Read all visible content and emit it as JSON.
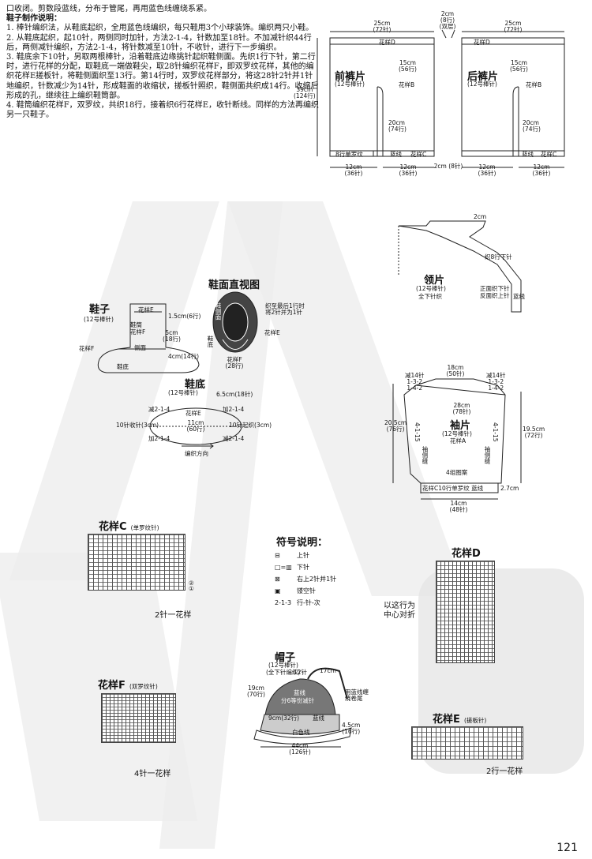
{
  "intro": {
    "lines": [
      "口收闭。剪数段蓝线，分布于管尾，再用蓝色线缠绕系紧。"
    ],
    "shoe_heading": "鞋子制作说明：",
    "shoe_steps": [
      "1. 棒针编织法，从鞋底起织，全用蓝色线编织，每只鞋用3个小球装饰。编织两只小鞋。",
      "2. 从鞋底起织，起10针，两侧同时加针，方法2-1-4，针数加至18针。不加减针织44行后，两侧减针编织，方法2-1-4，将针数减至10针，不收针，进行下一步编织。",
      "3. 鞋底余下10针，另取两根棒针，沿着鞋底边缘挑针起织鞋侧面。先织1行下针，第二行时，进行花样的分配，取鞋底一端做鞋尖，取28针编织花样F，即双罗纹花样，其他的编织花样E搓板针，将鞋侧面织至13行。第14行时，双罗纹花样部分，将这28针2针并1针地编织，针数减少为14针，形成鞋面的收缩状，搓板针照织，鞋侧面共织成14行。收缩后形成的孔，继续往上编织鞋筒部。",
      "4. 鞋筒编织花样F，双罗纹，共织18行，接着织6行花样E，收针断线。同样的方法再编织另一只鞋子。"
    ]
  },
  "pants": {
    "top_gap": "2cm\n(8行)\n(双层)",
    "front": {
      "title": "前裤片",
      "needle": "(12号棒针)",
      "width": "25cm\n(72针)",
      "flower_d": "花样D",
      "drop": "15cm\n(56行)",
      "flower_b": "花样B",
      "leg": "20cm\n(74行)",
      "rib": "8行单罗纹",
      "blue": "蓝线",
      "flower_c": "花样C",
      "bot_l": "12cm\n(36针)",
      "bot_r": "12cm\n(36针)"
    },
    "back": {
      "title": "后裤片",
      "needle": "(12号棒针)",
      "width": "25cm\n(72针)",
      "flower_d": "花样D",
      "drop": "15cm\n(56行)",
      "flower_b": "花样B",
      "leg": "20cm\n(74行)",
      "blue": "蓝线",
      "flower_c": "花样C",
      "bot_l": "12cm\n(36针)",
      "bot_r": "12cm\n(36针)"
    },
    "height": "39cm\n(124行)",
    "mid_gap": "2cm (8针)"
  },
  "collar": {
    "title": "领片",
    "top": "2cm",
    "needle": "(12号棒针)",
    "stitch": "全下针织",
    "mark": "织8行下针",
    "note1": "正面织下针",
    "note2": "反面织上针",
    "blue": "蓝线"
  },
  "sleeve": {
    "title": "袖片",
    "needle": "(12号棒针)",
    "pattern": "花样A",
    "top": "18cm\n(50针)",
    "dec_l": "减14针\n1-3-2\n1-4-2",
    "dec_r": "减14针\n1-3-2\n1-4-2",
    "mid": "28cm\n(78针)",
    "left_h": "20.5cm\n(76行)",
    "right_h": "19.5cm\n(72行)",
    "side_l": "4-1-15",
    "side_r": "4-1-15",
    "seam_l": "袖侧缝",
    "seam_r": "袖侧缝",
    "pat4": "4组图案",
    "bottom_strip": "花样C10行单罗纹  蓝线",
    "cuff": "2.7cm",
    "bottom": "14cm\n(48针)"
  },
  "shoe": {
    "title": "鞋子",
    "needle": "(12号棒针)",
    "flowerE": "花样E",
    "flowerF": "花样F",
    "shoe_tube": "鞋筒",
    "side": "侧面",
    "sole": "鞋底",
    "m1": "1.5cm(6行)",
    "m2": "5cm\n(18行)",
    "m3": "4cm(14行)",
    "flowerF2": "花样F"
  },
  "shoetop": {
    "title": "鞋面直视图",
    "note": "织至最后1行时\n将2针并为1针",
    "side": "鞋侧面",
    "sole_lbl": "鞋底",
    "flowerE": "花样E",
    "flowerF": "花样F\n(28行)"
  },
  "sole": {
    "title": "鞋底",
    "needle": "(12号棒针)",
    "dim": "6.5cm(18针)",
    "dec_tl": "减2-1-4",
    "add_tr": "加2-1-4",
    "e": "花样E",
    "mid": "11cm\n(60行)",
    "left": "10针收针(3cm)",
    "right": "10针起织(3cm)",
    "add_bl": "加2-1-4",
    "dec_br": "减2-1-4",
    "dir": "编织方向"
  },
  "patternC": {
    "title": "花样C",
    "sub": "(单罗纹针)",
    "repeat": "2针一花样",
    "r1": "①",
    "r2": "②"
  },
  "patternF": {
    "title": "花样F",
    "sub": "(双罗纹针)",
    "repeat": "4针一花样"
  },
  "patternD": {
    "title": "花样D",
    "fold": "以这行为\n中心对折"
  },
  "patternE": {
    "title": "花样E",
    "sub": "(搓板针)",
    "repeat": "2行一花样"
  },
  "symbols": {
    "title": "符号说明：",
    "items": [
      {
        "sym": "⊟",
        "txt": "上针"
      },
      {
        "sym": "□=▥",
        "txt": "下针"
      },
      {
        "sym": "⊠",
        "txt": "右上2针并1针"
      },
      {
        "sym": "▣",
        "txt": "镂空针"
      },
      {
        "sym": "2-1-3",
        "txt": "行-针-次"
      }
    ]
  },
  "hat": {
    "title": "帽子",
    "needle": "(12号棒针)",
    "stitch": "(全下针编织)",
    "top": "12针",
    "tail": "17cm",
    "tail_note": "用蓝线缠\n绕卷尾",
    "left_h": "19cm\n(70行)",
    "div": "分6等份减针",
    "blue": "蓝线",
    "mid": "9cm(32行)",
    "flower_b": "蓝线",
    "brim": "4.5cm\n(16行)",
    "white": "白色线",
    "bottom": "44cm\n(126针)"
  },
  "page_number": "121"
}
